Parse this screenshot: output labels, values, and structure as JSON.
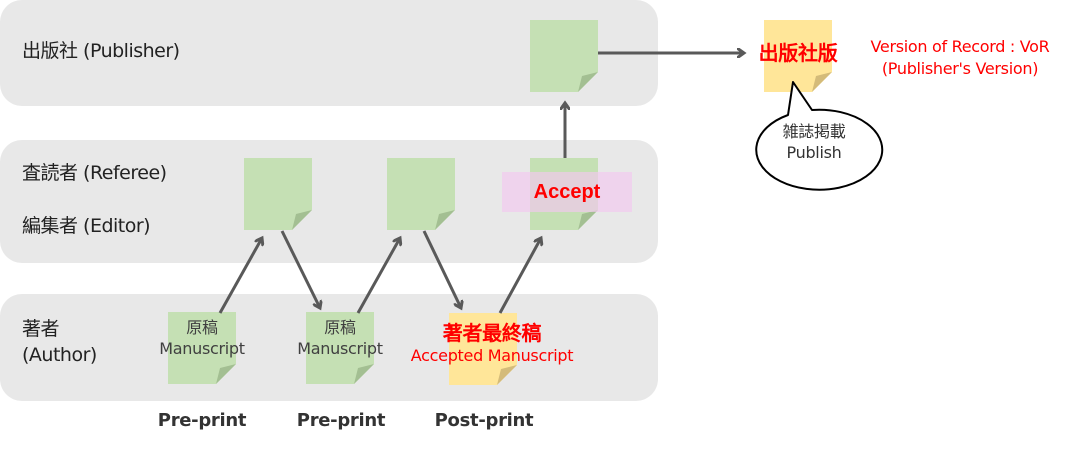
{
  "lanes": {
    "publisher": {
      "label": "出版社 (Publisher)"
    },
    "referee": {
      "label_referee": "査読者 (Referee)",
      "label_editor": "編集者 (Editor)"
    },
    "author": {
      "label_line1": "著者",
      "label_line2": "(Author)"
    }
  },
  "documents": {
    "manuscript_1": {
      "title_jp": "原稿",
      "title_en": "Manuscript",
      "color": "#c5e0b4"
    },
    "manuscript_2": {
      "title_jp": "原稿",
      "title_en": "Manuscript",
      "color": "#c5e0b4"
    },
    "accepted_manuscript": {
      "title_jp": "著者最終稿",
      "title_en": "Accepted Manuscript",
      "color": "#ffe699"
    },
    "version_of_record": {
      "title_jp": "出版社版",
      "title_en_line1": "Version of Record : VoR",
      "title_en_line2": "(Publisher's Version)",
      "color": "#ffe699"
    }
  },
  "accept_label": "Accept",
  "callout": {
    "line1": "雑誌掲載",
    "line2": "Publish"
  },
  "stages": [
    "Pre-print",
    "Pre-print",
    "Post-print"
  ],
  "colors": {
    "panel": "#e8e8e8",
    "doc_green": "#c5e0b4",
    "doc_yellow": "#ffe699",
    "accent_red": "#ff0000",
    "arrow": "#595959",
    "accept_highlight": "#f3c8f0"
  }
}
